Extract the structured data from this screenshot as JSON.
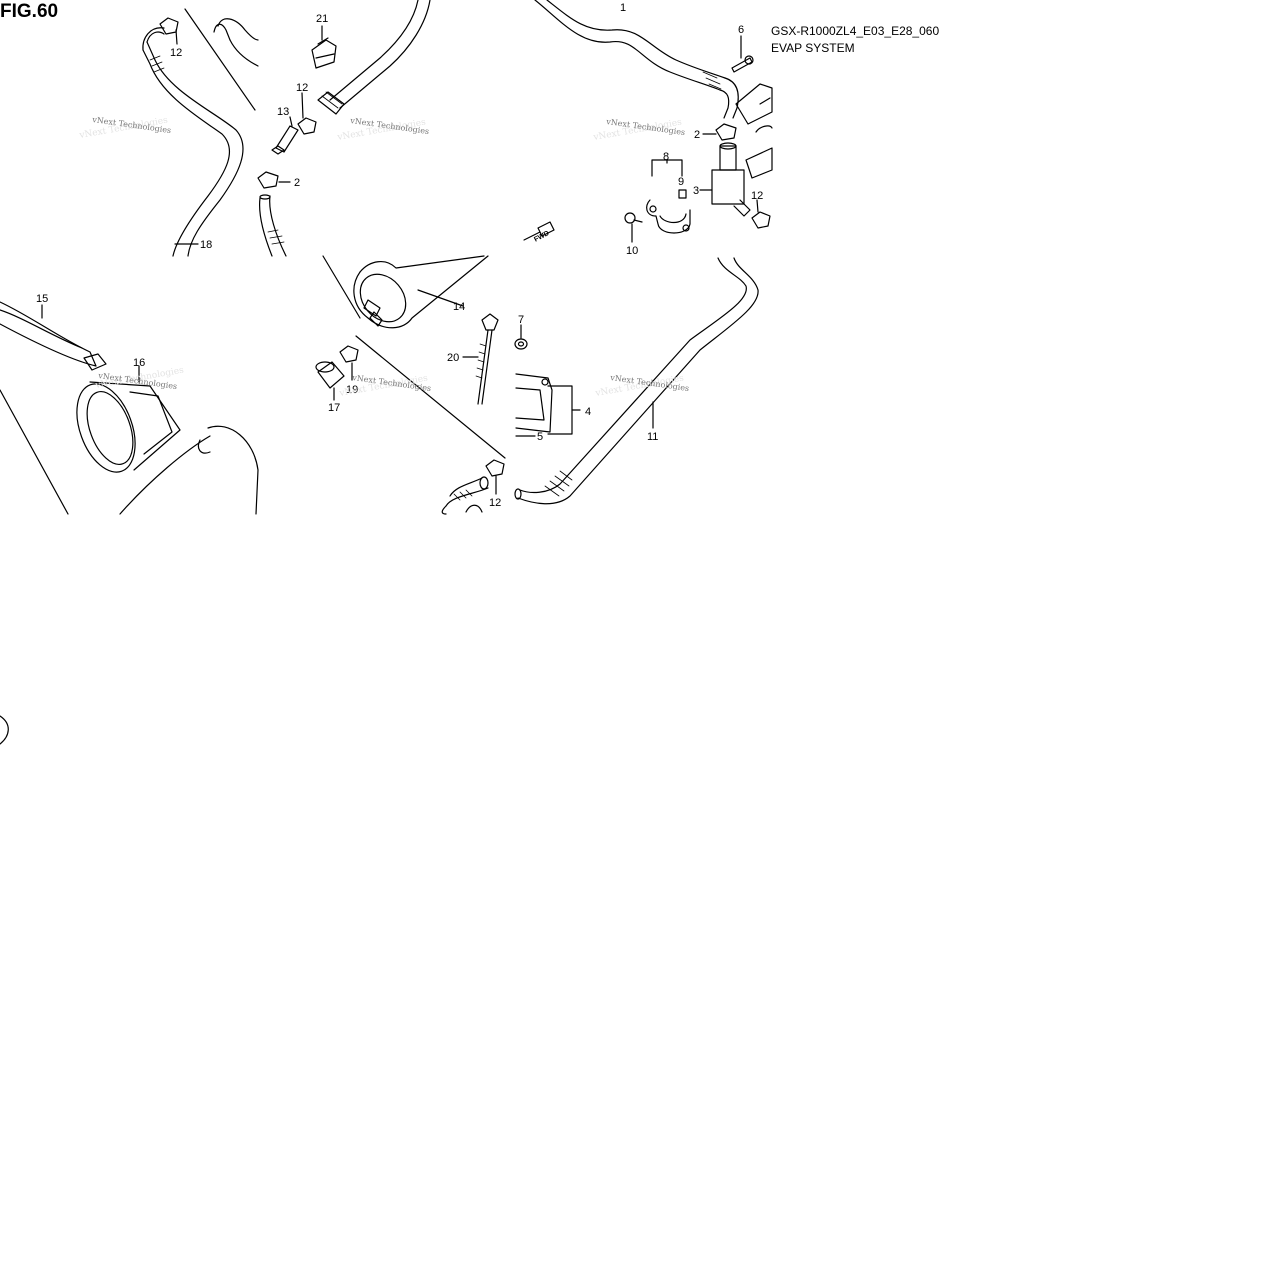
{
  "figure": {
    "title": "FIG.60",
    "model_code": "GSX-R1000ZL4_E03_E28_060",
    "system_name": "EVAP SYSTEM",
    "fwd_label": "FWD"
  },
  "watermark": "vNext Technologies",
  "callouts": [
    "1",
    "2",
    "2",
    "3",
    "4",
    "5",
    "6",
    "7",
    "8",
    "9",
    "10",
    "11",
    "12",
    "12",
    "12",
    "12",
    "13",
    "14",
    "15",
    "16",
    "17",
    "18",
    "19",
    "20",
    "21"
  ],
  "colors": {
    "line": "#000000",
    "watermark": "#777777",
    "background": "#ffffff"
  }
}
